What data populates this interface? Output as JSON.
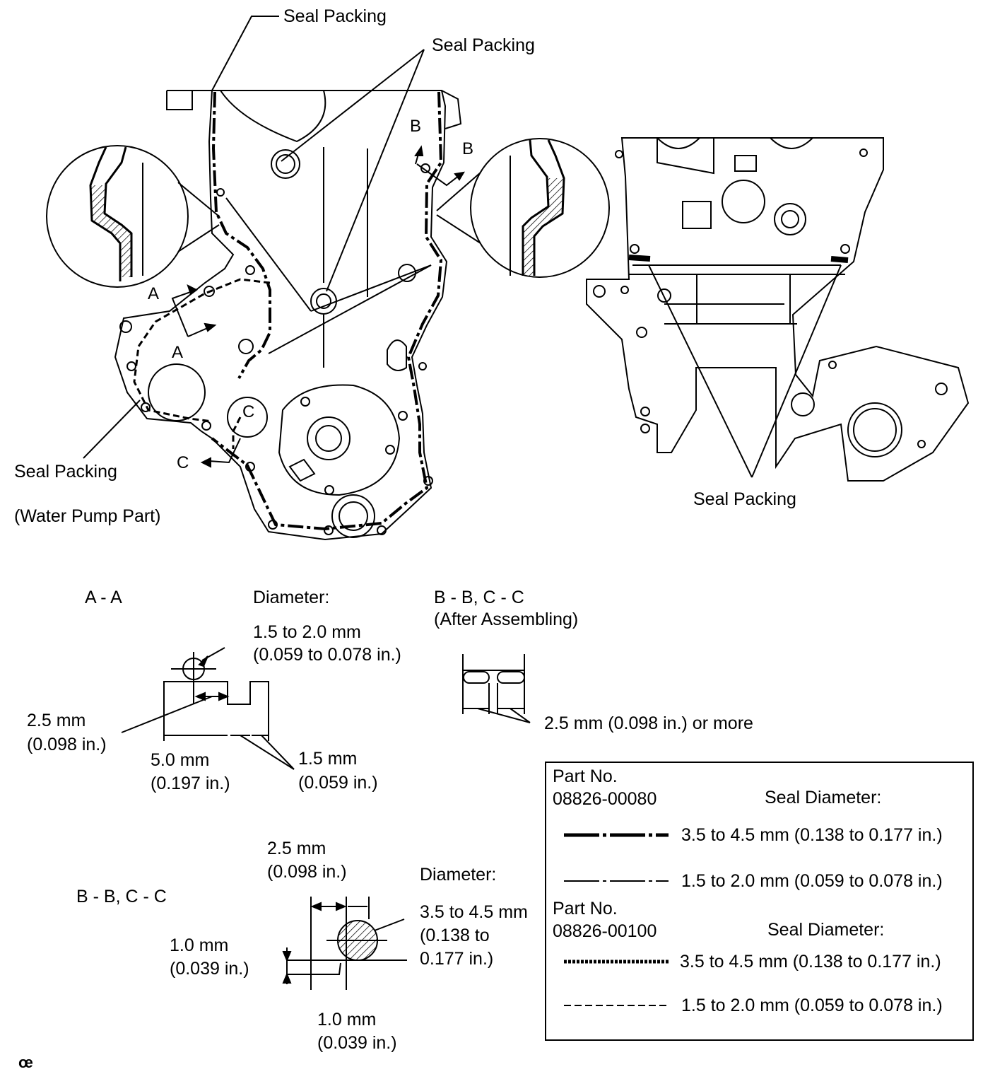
{
  "callouts": {
    "seal_packing_1": "Seal Packing",
    "seal_packing_2": "Seal Packing",
    "seal_packing_water_pump": "Seal Packing",
    "water_pump_part": "(Water Pump Part)",
    "seal_packing_right": "Seal Packing"
  },
  "section_markers": {
    "a_upper": "A",
    "a_lower": "A",
    "b_upper": "B",
    "b_lower": "B",
    "c_upper": "C",
    "c_lower": "C"
  },
  "section_aa": {
    "title": "A - A",
    "diameter_label": "Diameter:",
    "diameter_mm": "1.5 to 2.0 mm",
    "diameter_in": "(0.059 to 0.078 in.)",
    "offset_mm": "2.5 mm",
    "offset_in": "(0.098 in.)",
    "width_mm": "5.0 mm",
    "width_in": "(0.197 in.)",
    "groove_mm": "1.5 mm",
    "groove_in": "(0.059 in.)"
  },
  "section_bb_after": {
    "title_line1": "B - B, C - C",
    "title_line2": "(After Assembling)",
    "gap": "2.5 mm (0.098 in.) or more"
  },
  "section_bb": {
    "title": "B - B, C - C",
    "top_mm": "2.5 mm",
    "top_in": "(0.098 in.)",
    "diameter_label": "Diameter:",
    "diameter_l1": "3.5 to 4.5 mm",
    "diameter_l2": "(0.138 to",
    "diameter_l3": "0.177 in.)",
    "left_mm": "1.0 mm",
    "left_in": "(0.039 in.)",
    "bottom_mm": "1.0 mm",
    "bottom_in": "(0.039 in.)"
  },
  "legend": {
    "part1_label": "Part No.",
    "part1_number": "08826-00080",
    "part1_seal_label": "Seal Diameter:",
    "part1_thick": "3.5 to 4.5 mm (0.138 to 0.177 in.)",
    "part1_thin": "1.5 to 2.0 mm (0.059 to 0.078 in.)",
    "part2_label": "Part No.",
    "part2_number": "08826-00100",
    "part2_seal_label": "Seal Diameter:",
    "part2_thick": "3.5 to 4.5 mm (0.138 to 0.177 in.)",
    "part2_thin": "1.5 to 2.0 mm (0.059 to 0.078 in.)"
  },
  "corner_mark": "œ"
}
